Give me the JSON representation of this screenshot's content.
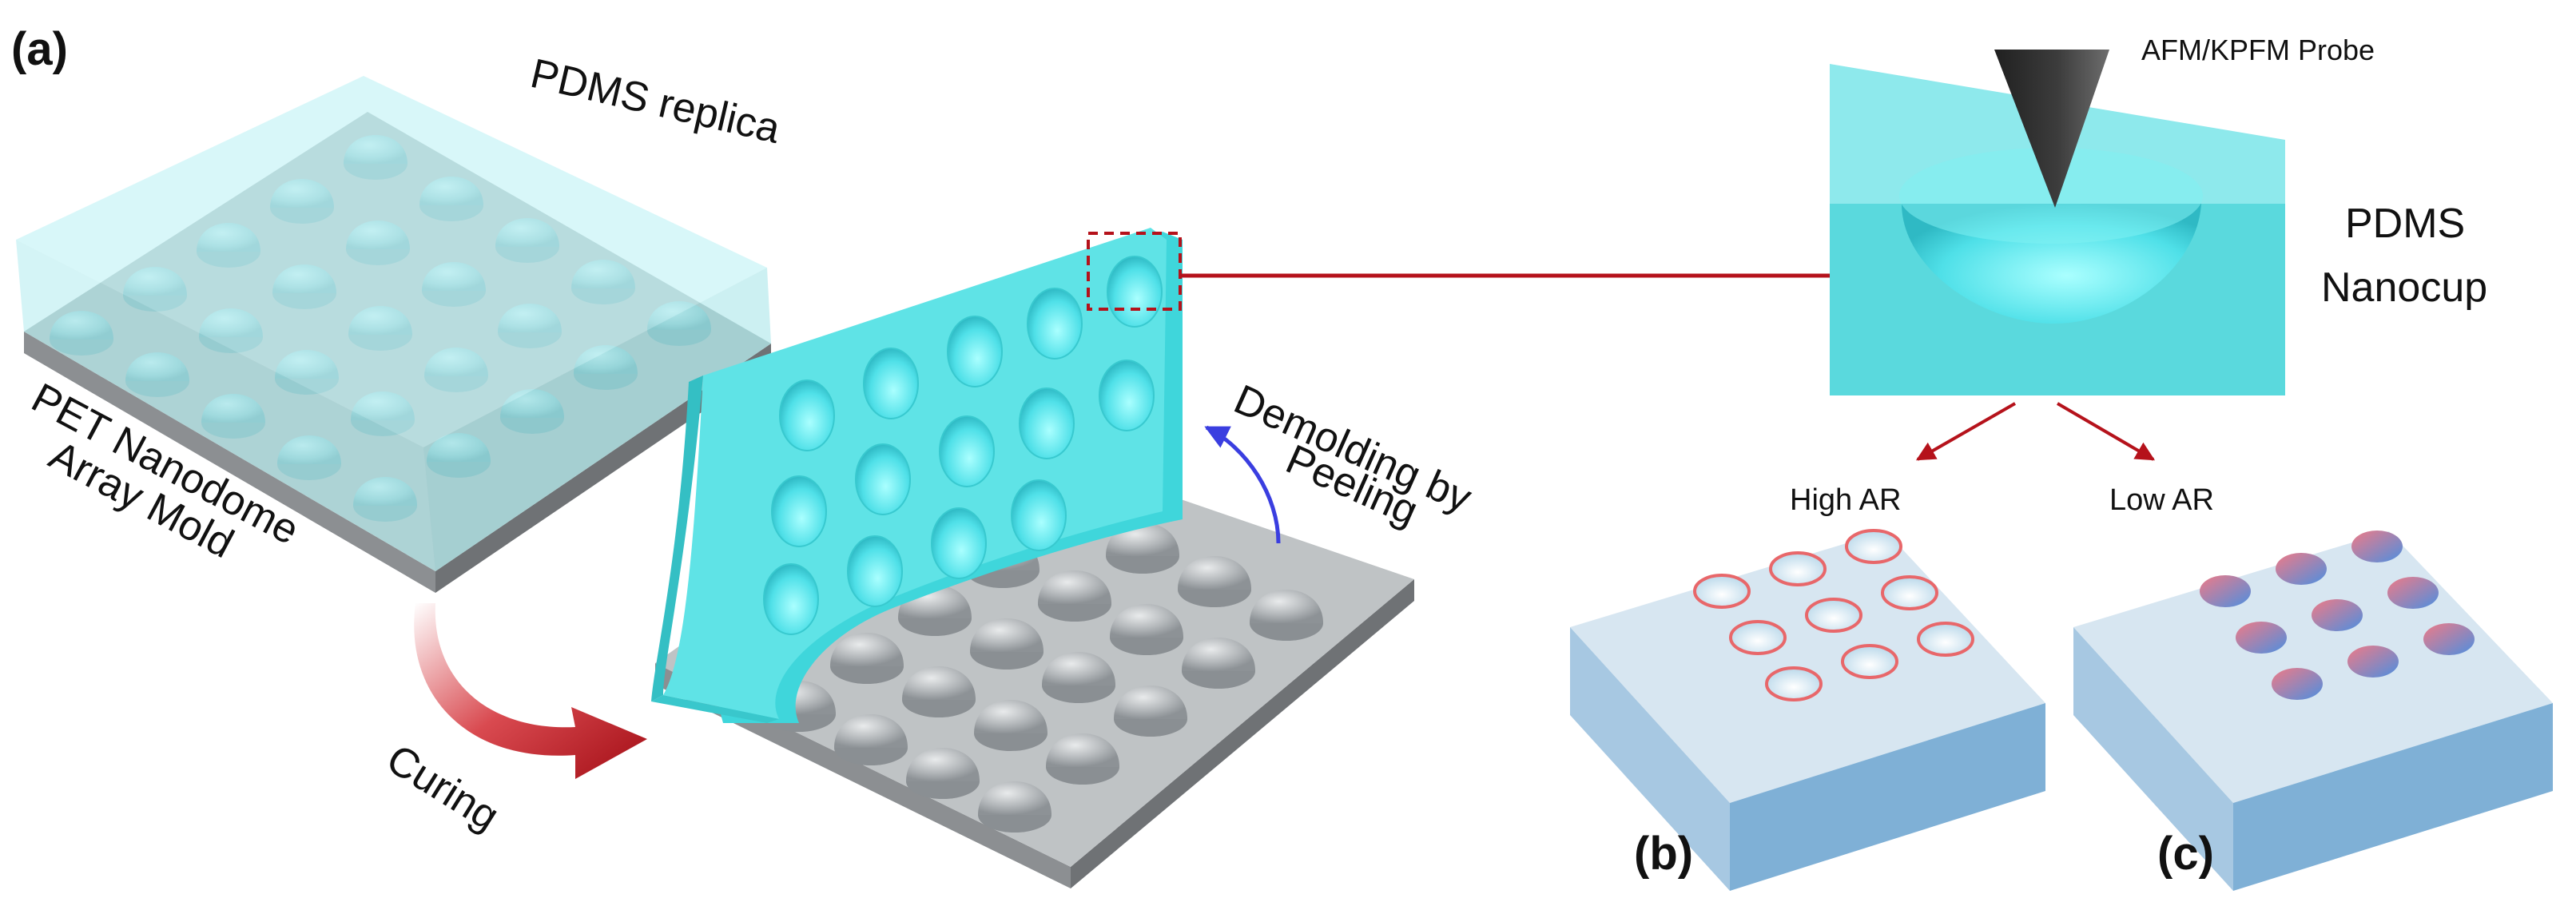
{
  "panels": {
    "a": "(a)",
    "b": "(b)",
    "c": "(c)"
  },
  "labels": {
    "pdms_replica": "PDMS replica",
    "mold_line1": "PET Nanodome",
    "mold_line2": "Array Mold",
    "curing": "Curing",
    "demold_line1": "Demolding by",
    "demold_line2": "Peeling",
    "probe": "AFM/KPFM Probe",
    "nanocup_line1": "PDMS",
    "nanocup_line2": "Nanocup",
    "high_ar": "High AR",
    "low_ar": "Low AR"
  },
  "colors": {
    "pdms_cyan": "#5fe3e6",
    "pdms_light": "#c9f2f3",
    "mold_gray": "#a9adb0",
    "arrow_red": "#b5121b",
    "peel_arrow": "#3a3ee0",
    "substrate_blue": "#8fbfe0",
    "rim_red": "#e8676a"
  }
}
